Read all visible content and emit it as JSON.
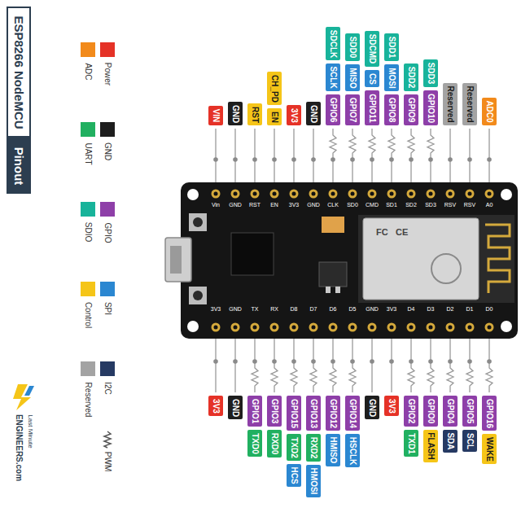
{
  "diagram": {
    "title": "ESP8266 NodeMCU",
    "nodes": [
      {
        "text": [
          "VIN"
        ]
      },
      {
        "text": [
          "GND"
        ]
      },
      {
        "text": [
          "RST"
        ]
      },
      {
        "text": [
          "EN"
        ]
      },
      {
        "text": [
          "CH_PD"
        ]
      },
      {
        "text": [
          "3V3"
        ]
      },
      {
        "text": [
          "GND"
        ]
      },
      {
        "text": [
          "GPIO6"
        ]
      },
      {
        "text": [
          "SCLK"
        ]
      },
      {
        "text": [
          "SDCLK"
        ]
      },
      {
        "text": [
          "GPIO7"
        ]
      },
      {
        "text": [
          "MISO"
        ]
      },
      {
        "text": [
          "SDD0"
        ]
      },
      {
        "text": [
          "GPIO11"
        ]
      },
      {
        "text": [
          "CS"
        ]
      },
      {
        "text": [
          "SDCMD"
        ]
      },
      {
        "text": [
          "GPIO8"
        ]
      },
      {
        "text": [
          "MOSI"
        ]
      },
      {
        "text": [
          "SDD1"
        ]
      },
      {
        "text": [
          "GPIO9"
        ]
      },
      {
        "text": [
          "SDD2"
        ]
      },
      {
        "text": [
          "GPIO10"
        ]
      },
      {
        "text": [
          "SDD3"
        ]
      },
      {
        "text": [
          "Reserved"
        ]
      },
      {
        "text": [
          "Reserved"
        ]
      },
      {
        "text": [
          "ADC0"
        ]
      },
      {
        "text": [
          "3V3"
        ]
      },
      {
        "text": [
          "GND"
        ]
      },
      {
        "text": [
          "GPIO1"
        ]
      },
      {
        "text": [
          "TXD0"
        ]
      },
      {
        "text": [
          "GPIO3"
        ]
      },
      {
        "text": [
          "RXD0"
        ]
      },
      {
        "text": [
          "GPIO15"
        ]
      },
      {
        "text": [
          "TXD2"
        ]
      },
      {
        "text": [
          "HCS"
        ]
      },
      {
        "text": [
          "GPIO13"
        ]
      },
      {
        "text": [
          "RXD2"
        ]
      },
      {
        "text": [
          "HMOSI"
        ]
      },
      {
        "text": [
          "GPIO12"
        ]
      },
      {
        "text": [
          "HMISO"
        ]
      },
      {
        "text": [
          "GPIO14"
        ]
      },
      {
        "text": [
          "HSCLK"
        ]
      },
      {
        "text": [
          "GND"
        ]
      },
      {
        "text": [
          "3V3"
        ]
      },
      {
        "text": [
          "GPIO2"
        ]
      },
      {
        "text": [
          "TXD1"
        ]
      },
      {
        "text": [
          "GPIO0"
        ]
      },
      {
        "text": [
          "FLASH"
        ]
      },
      {
        "text": [
          "GPIO4"
        ]
      },
      {
        "text": [
          "SDA"
        ]
      },
      {
        "text": [
          "GPIO5"
        ]
      },
      {
        "text": [
          "SCL"
        ]
      },
      {
        "text": [
          "GPIO16"
        ]
      },
      {
        "text": [
          "WAKE"
        ]
      }
    ],
    "labels": [
      "Pinout",
      "Vin",
      "GND",
      "RST",
      "EN",
      "3V3",
      "GND",
      "CLK",
      "SD0",
      "CMD",
      "SD1",
      "SD2",
      "SD3",
      "RSV",
      "RSV",
      "A0",
      "3V3",
      "GND",
      "TX",
      "RX",
      "D8",
      "D7",
      "D6",
      "D5",
      "GND",
      "3V3",
      "D4",
      "D3",
      "D2",
      "D1",
      "D0",
      "FC",
      "CE",
      "Last Minute",
      "ENGINEERS.com"
    ],
    "legend": [
      {
        "text": "Power",
        "color": "#e53227"
      },
      {
        "text": "ADC",
        "color": "#f28a1b"
      },
      {
        "text": "GND",
        "color": "#1e1e1e"
      },
      {
        "text": "UART",
        "color": "#21b060"
      },
      {
        "text": "GPIO",
        "color": "#8e3fa8"
      },
      {
        "text": "SDIO",
        "color": "#18b39a"
      },
      {
        "text": "SPI",
        "color": "#2b87d1"
      },
      {
        "text": "Control",
        "color": "#f5c518"
      },
      {
        "text": "I2C",
        "color": "#263a63"
      },
      {
        "text": "Reserved",
        "color": "#a3a3a3"
      },
      {
        "text": "PWM"
      }
    ]
  }
}
